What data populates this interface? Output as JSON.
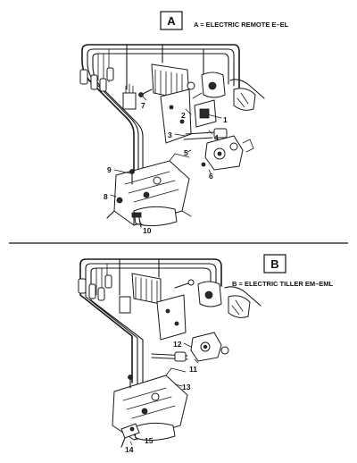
{
  "panel_a": {
    "letter": "A",
    "caption": "A = ELECTRIC REMOTE E–EL",
    "callouts": [
      "1",
      "2",
      "3",
      "4",
      "5",
      "6",
      "7",
      "8",
      "9",
      "10"
    ]
  },
  "panel_b": {
    "letter": "B",
    "caption": "B = ELECTRIC TILLER EM–EML",
    "callouts": [
      "11",
      "12",
      "13",
      "14",
      "15"
    ]
  }
}
